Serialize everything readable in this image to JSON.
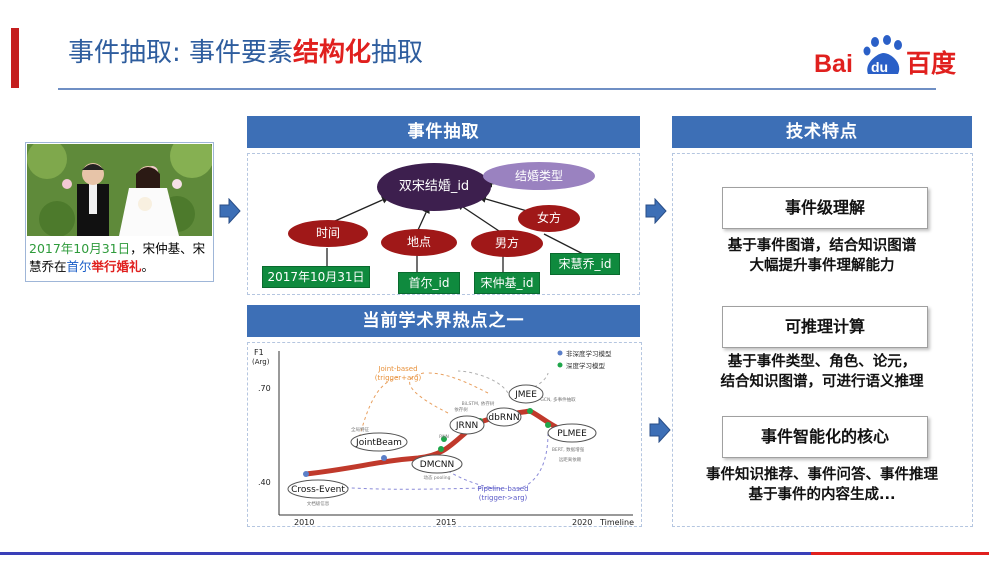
{
  "title": {
    "prefix": "事件抽取: 事件要素",
    "highlight": "结构化",
    "suffix": "抽取"
  },
  "logo": {
    "text_bai": "Bai",
    "text_du": "du",
    "text_cn": "百度"
  },
  "photo": {
    "caption_date": "2017年10月31日",
    "caption_a": "，宋仲基、宋慧乔在",
    "caption_place": "首尔",
    "caption_event": "举行婚礼",
    "caption_end": "。"
  },
  "event_extract": {
    "header": "事件抽取",
    "center_node": "双宋结婚_id",
    "type_node": "结婚类型",
    "roles": [
      "时间",
      "地点",
      "男方",
      "女方"
    ],
    "values": [
      "2017年10月31日",
      "首尔_id",
      "宋仲基_id",
      "宋慧乔_id"
    ]
  },
  "hotspot": {
    "header": "当前学术界热点之一",
    "legend": [
      "非深度学习模型",
      "深度学习模型"
    ],
    "y_axis": {
      "label1": "F1",
      "label2": "(Arg)",
      "ticks": [
        ".70",
        ".40"
      ]
    },
    "x_axis": {
      "ticks": [
        "2010",
        "2015",
        "2020"
      ],
      "label": "Timeline"
    },
    "models": [
      "Cross-Event",
      "JointBeam",
      "JRNN",
      "dbRNN",
      "JMEE",
      "PLMEE",
      "DMCNN"
    ],
    "joint_label": "Joint-based",
    "joint_sub": "(trigger+arg)",
    "pipe_label": "Pipeline-based",
    "pipe_sub": "(trigger->arg)",
    "small_notes": [
      "文档级信息",
      "全局特征",
      "BiLSTM, 依存树",
      "GCN, 多事件抽取",
      "BERT, 数据增强",
      "RNN",
      "依存树",
      "动态 pooling",
      "远距离依赖"
    ]
  },
  "tech": {
    "header": "技术特点",
    "features": [
      {
        "title": "事件级理解",
        "desc1": "基于事件图谱，结合知识图谱",
        "desc2": "大幅提升事件理解能力"
      },
      {
        "title": "可推理计算",
        "desc1": "基于事件类型、角色、论元，",
        "desc2": "结合知识图谱，可进行语义推理"
      },
      {
        "title": "事件智能化的核心",
        "desc1": "事件知识推荐、事件问答、事件推理",
        "desc2": "基于事件的内容生成..."
      }
    ]
  },
  "colors": {
    "accent_blue": "#3d6fb6",
    "title_blue": "#2e5d9e",
    "red": "#e0201e",
    "green": "#0f8a3e",
    "node_red": "#a01818",
    "node_purple": "#3d1f4e"
  }
}
